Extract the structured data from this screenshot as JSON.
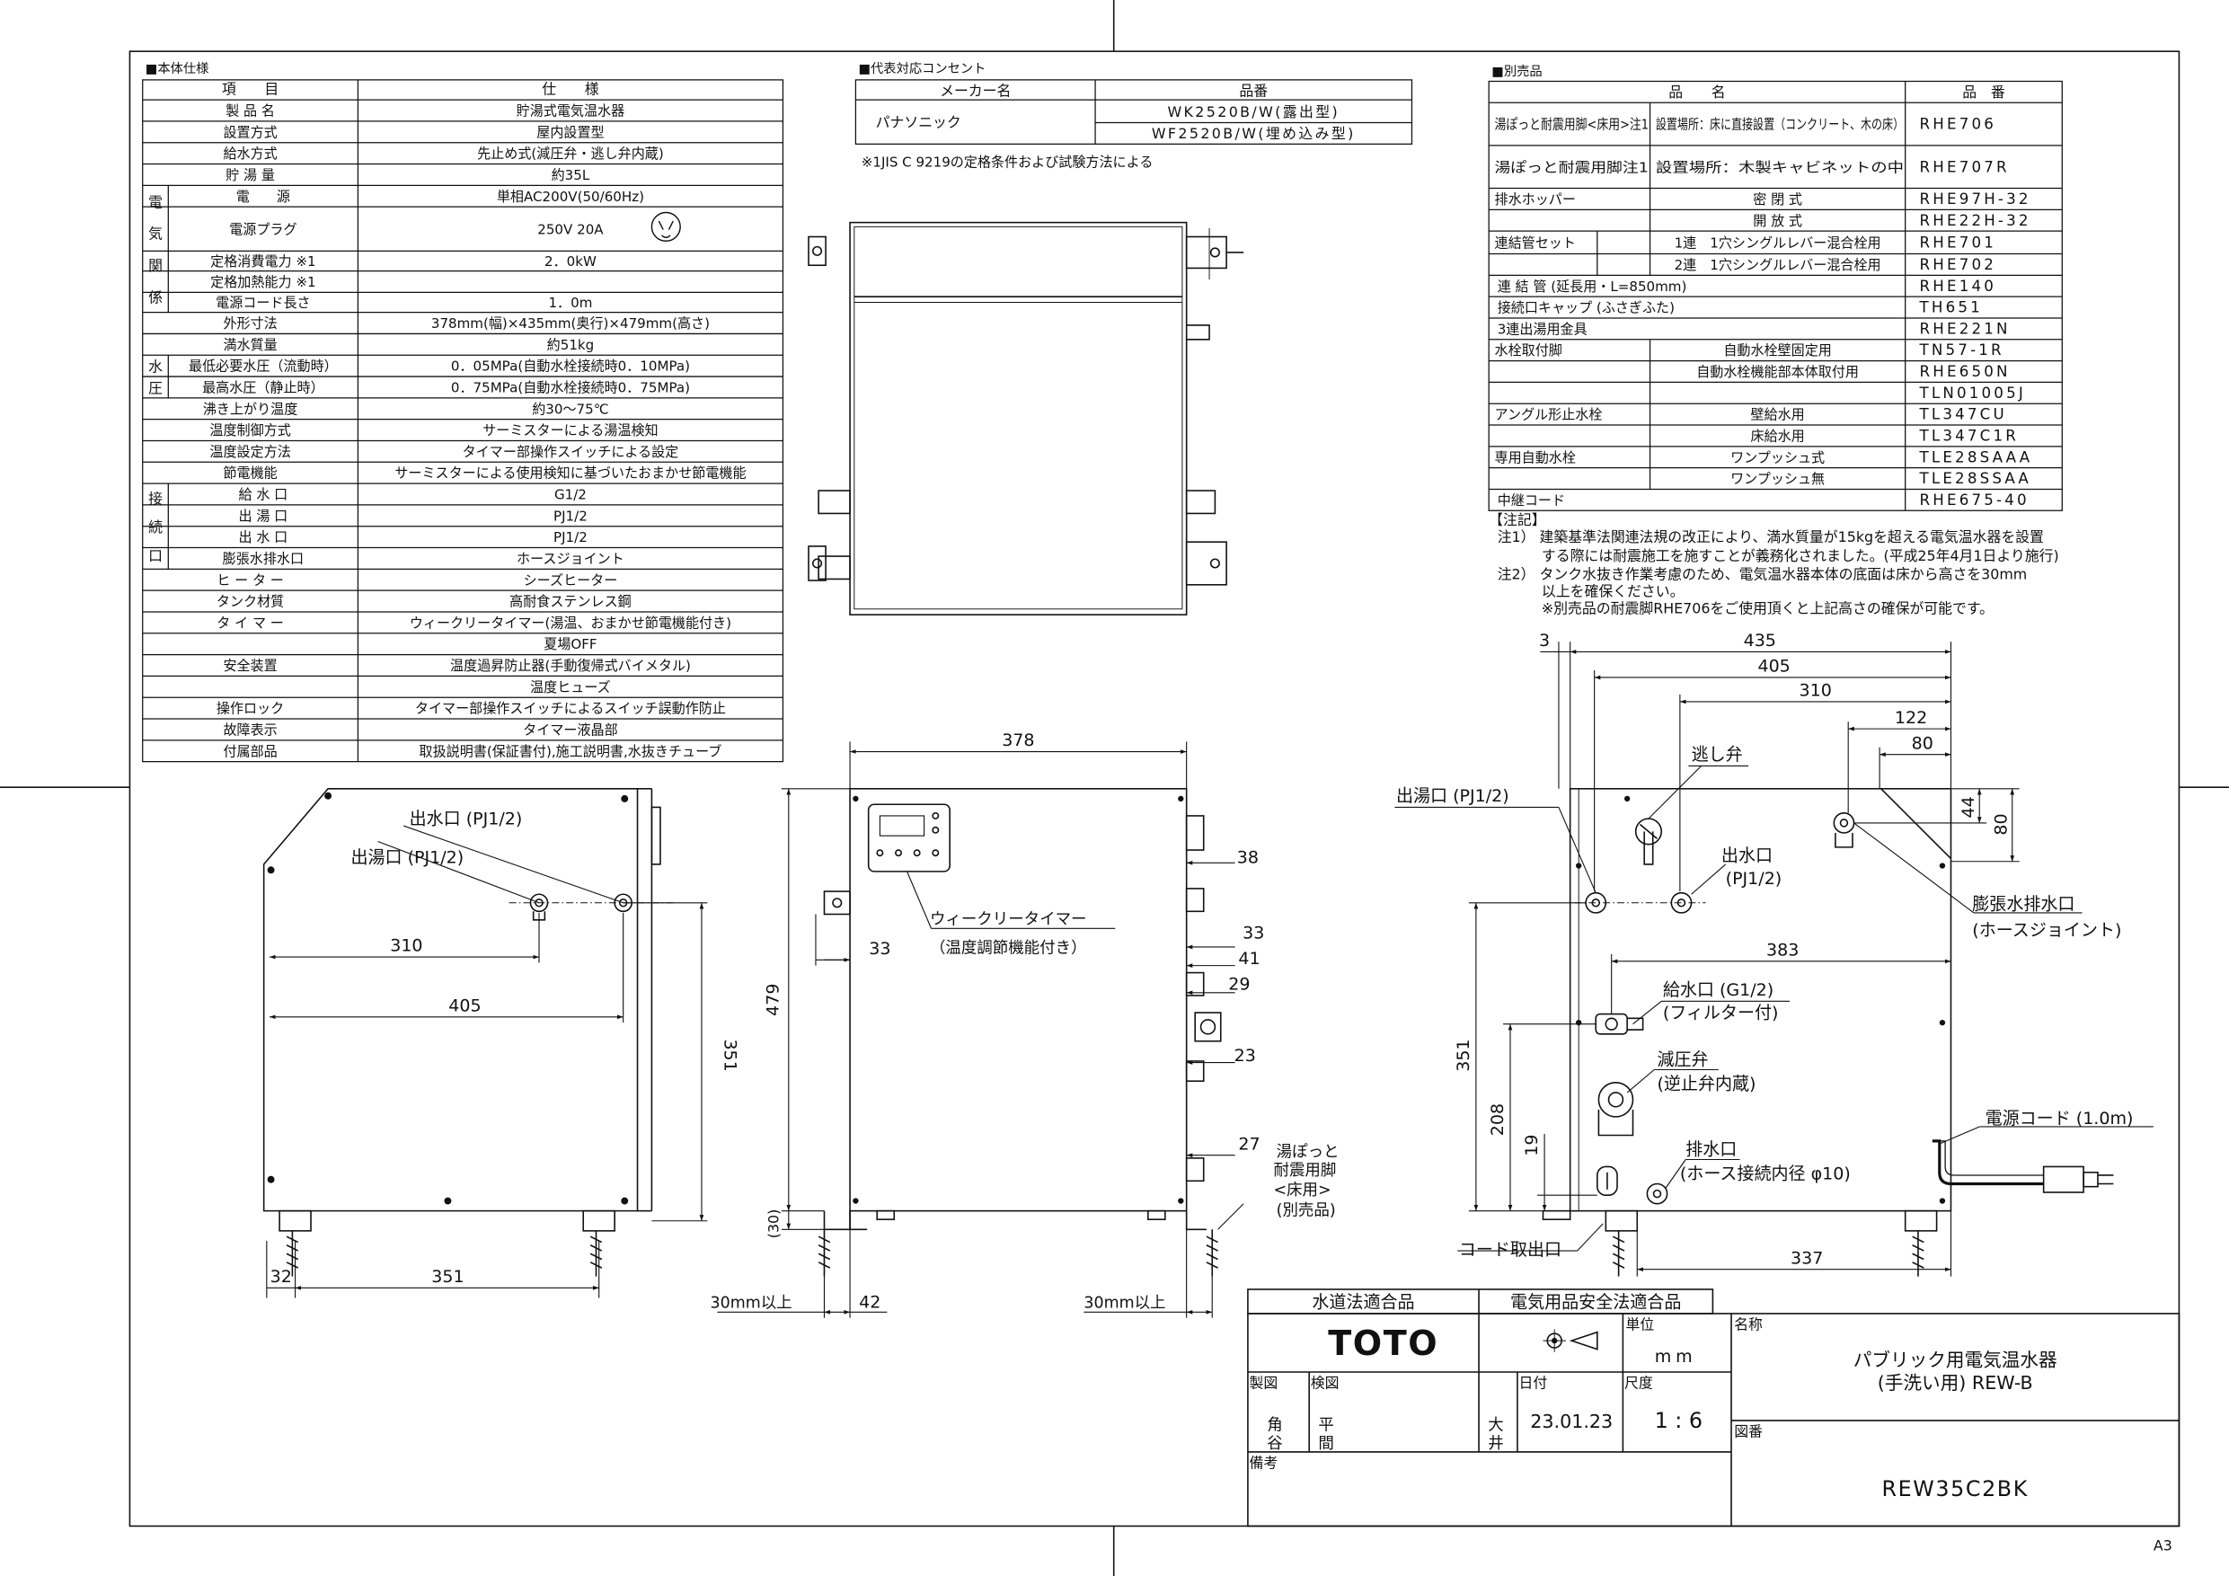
{
  "spec": {
    "title": "■本体仕様",
    "header": [
      "項　　目",
      "仕　　様"
    ],
    "rows": [
      [
        "製 品 名",
        "貯湯式電気温水器"
      ],
      [
        "設置方式",
        "屋内設置型"
      ],
      [
        "給水方式",
        "先止め式(減圧弁・逃し弁内蔵)"
      ],
      [
        "貯 湯 量",
        "約35L"
      ],
      [
        "電　　源",
        "単相AC200V(50/60Hz)"
      ],
      [
        "電源プラグ",
        "250V 20A"
      ],
      [
        "定格消費電力 ※1",
        "2．0kW"
      ],
      [
        "定格加熱能力 ※1",
        ""
      ],
      [
        "電源コード長さ",
        "1．0m"
      ],
      [
        "外形寸法",
        "378mm(幅)×435mm(奥行)×479mm(高さ)"
      ],
      [
        "満水質量",
        "約51kg"
      ],
      [
        "最低必要水圧（流動時）",
        "0．05MPa(自動水栓接続時0．10MPa)"
      ],
      [
        "最高水圧（静止時）",
        "0．75MPa(自動水栓接続時0．75MPa)"
      ],
      [
        "沸き上がり温度",
        "約30〜75℃"
      ],
      [
        "温度制御方式",
        "サーミスターによる湯温検知"
      ],
      [
        "温度設定方法",
        "タイマー部操作スイッチによる設定"
      ],
      [
        "節電機能",
        "サーミスターによる使用検知に基づいたおまかせ節電機能"
      ],
      [
        "給 水 口",
        "G1/2"
      ],
      [
        "出 湯 口",
        "PJ1/2"
      ],
      [
        "出 水 口",
        "PJ1/2"
      ],
      [
        "膨張水排水口",
        "ホースジョイント"
      ],
      [
        "ヒ ー タ ー",
        "シーズヒーター"
      ],
      [
        "タンク材質",
        "高耐食ステンレス鋼"
      ],
      [
        "タ イ マ ー",
        "ウィークリータイマー(湯温、おまかせ節電機能付き)"
      ],
      [
        "",
        "夏場OFF"
      ],
      [
        "安全装置",
        "温度過昇防止器(手動復帰式バイメタル)"
      ],
      [
        "",
        "温度ヒューズ"
      ],
      [
        "操作ロック",
        "タイマー部操作スイッチによるスイッチ誤動作防止"
      ],
      [
        "故障表示",
        "タイマー液晶部"
      ],
      [
        "付属部品",
        "取扱説明書(保証書付),施工説明書,水抜きチューブ"
      ]
    ],
    "groups": {
      "denki": "電気関係",
      "suiatsu": "水圧",
      "setsuzoku": "接続口"
    }
  },
  "outlet": {
    "title": "■代表対応コンセント",
    "header": [
      "メーカー名",
      "品番"
    ],
    "maker": "パナソニック",
    "models": [
      "WK2520B/W(露出型)",
      "WF2520B/W(埋め込み型)"
    ],
    "note": "※1JIS C 9219の定格条件および試験方法による"
  },
  "parts": {
    "title": "■別売品",
    "header": [
      "品　　名",
      "品　番"
    ],
    "rows": [
      [
        "湯ぽっと耐震用脚<床用>注1",
        "設置場所：床に直接設置（コンクリート、木の床）",
        "RHE706"
      ],
      [
        "湯ぽっと耐震用脚注1",
        "設置場所：木製キャビネットの中",
        "RHE707R"
      ],
      [
        "排水ホッパー",
        "密 閉 式",
        "RHE97H-32"
      ],
      [
        "",
        "開 放 式",
        "RHE22H-32"
      ],
      [
        "連結管セット",
        "1連　1穴シングルレバー混合栓用",
        "RHE701"
      ],
      [
        "",
        "2連　1穴シングルレバー混合栓用",
        "RHE702"
      ],
      [
        "連 結 管 (延長用・L=850mm)",
        "",
        "RHE140"
      ],
      [
        "接続口キャップ (ふさぎふた)",
        "",
        "TH651"
      ],
      [
        "3連出湯用金具",
        "",
        "RHE221N"
      ],
      [
        "水栓取付脚",
        "自動水栓壁固定用",
        "TN57-1R"
      ],
      [
        "",
        "自動水栓機能部本体取付用",
        "RHE650N"
      ],
      [
        "",
        "",
        "TLN01005J"
      ],
      [
        "アングル形止水栓",
        "壁給水用",
        "TL347CU"
      ],
      [
        "",
        "床給水用",
        "TL347C1R"
      ],
      [
        "専用自動水栓",
        "ワンプッシュ式",
        "TLE28SAAA"
      ],
      [
        "",
        "ワンプッシュ無",
        "TLE28SSAA"
      ],
      [
        "中継コード",
        "",
        "RHE675-40"
      ]
    ],
    "notes_title": "【注記】",
    "notes": [
      "注1） 建築基準法関連法規の改正により、満水質量が15kgを超える電気温水器を設置",
      "する際には耐震施工を施すことが義務化されました。(平成25年4月1日より施行)",
      "注2） タンク水抜き作業考慮のため、電気温水器本体の底面は床から高さを30mm",
      "以上を確保ください。",
      "※別売品の耐震脚RHE706をご使用頂くと上記高さの確保が可能です。"
    ]
  },
  "drawing": {
    "labels": {
      "deyu": "出湯口 (PJ1/2)",
      "desui": "出水口 (PJ1/2)",
      "weekly_timer": "ウィークリータイマー",
      "weekly_timer_sub": "（温度調節機能付き）",
      "legs_1": "湯ぽっと",
      "legs_2": "耐震用脚",
      "legs_3": "<床用>",
      "legs_4": "(別売品)",
      "min30": "30mm以上",
      "nigashiben": "逃し弁",
      "desui_r1": "出水口",
      "desui_r2": "(PJ1/2)",
      "bouchou1": "膨張水排水口",
      "bouchou2": "(ホースジョイント)",
      "kyusui1": "給水口 (G1/2)",
      "kyusui2": "(フィルター付)",
      "genatsu1": "減圧弁",
      "genatsu2": "(逆止弁内蔵)",
      "haisui1": "排水口",
      "haisui2": "(ホース接続内径 φ10)",
      "cord": "電源コード (1.0m)",
      "cord_out": "コード取出口"
    },
    "dims": {
      "d435": "435",
      "d405": "405",
      "d310": "310",
      "d122": "122",
      "d80": "80",
      "d44": "44",
      "d3": "3",
      "d383": "383",
      "d351": "351",
      "d208": "208",
      "d19": "19",
      "d337": "337",
      "d378": "378",
      "d479": "479",
      "d38": "38",
      "d33": "33",
      "d41": "41",
      "d29": "29",
      "d23": "23",
      "d27": "27",
      "d30": "(30)",
      "d42": "42",
      "d32": "32"
    }
  },
  "title_block": {
    "std1": "水道法適合品",
    "std2": "電気用品安全法適合品",
    "logo": "TOTO",
    "unit_label": "単位",
    "unit": "mm",
    "name_label": "名称",
    "name_line1": "パブリック用電気温水器",
    "name_line2": "(手洗い用) REW-B",
    "made_label": "製図",
    "made": "角谷",
    "check_label": "検図",
    "check": "平間",
    "approve": "大井",
    "date_label": "日付",
    "date": "23.01.23",
    "scale_label": "尺度",
    "scale": "1 : 6",
    "dwg_label": "図番",
    "dwg": "REW35C2BK",
    "remarks_label": "備考"
  },
  "paper_size": "A3"
}
